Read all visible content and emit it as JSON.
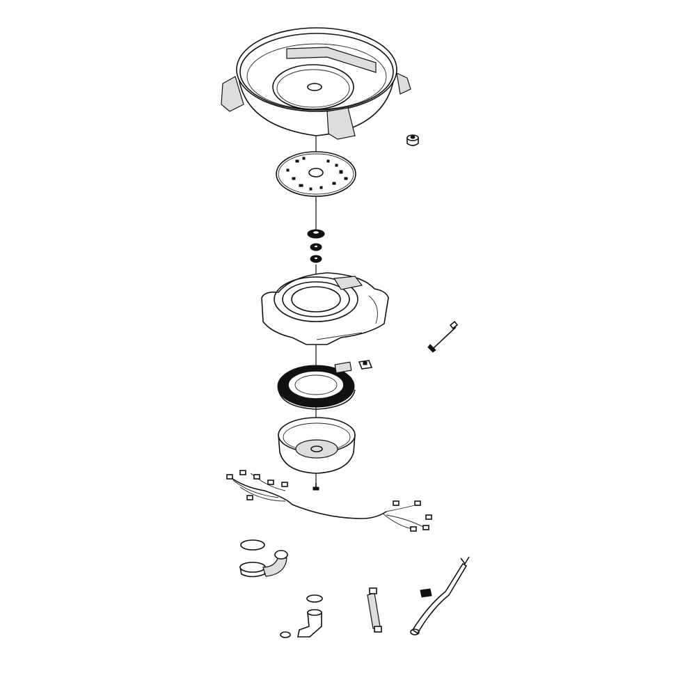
{
  "diagram": {
    "type": "exploded-parts-diagram",
    "line_color": "#111111",
    "background_color": "#ffffff",
    "parts": [
      {
        "name": "outer-tub"
      },
      {
        "name": "tub-nut"
      },
      {
        "name": "rotor-shield-plate"
      },
      {
        "name": "bearing-seal"
      },
      {
        "name": "washer-upper"
      },
      {
        "name": "washer-lower"
      },
      {
        "name": "bearing-housing-bracket"
      },
      {
        "name": "thermistor-sensor"
      },
      {
        "name": "stator"
      },
      {
        "name": "hall-sensor"
      },
      {
        "name": "rotor"
      },
      {
        "name": "rotor-bolt"
      },
      {
        "name": "wire-harness"
      },
      {
        "name": "drain-hose-with-clamps"
      },
      {
        "name": "drain-elbow-with-clamps"
      },
      {
        "name": "short-hose"
      },
      {
        "name": "vent-hose"
      }
    ]
  }
}
